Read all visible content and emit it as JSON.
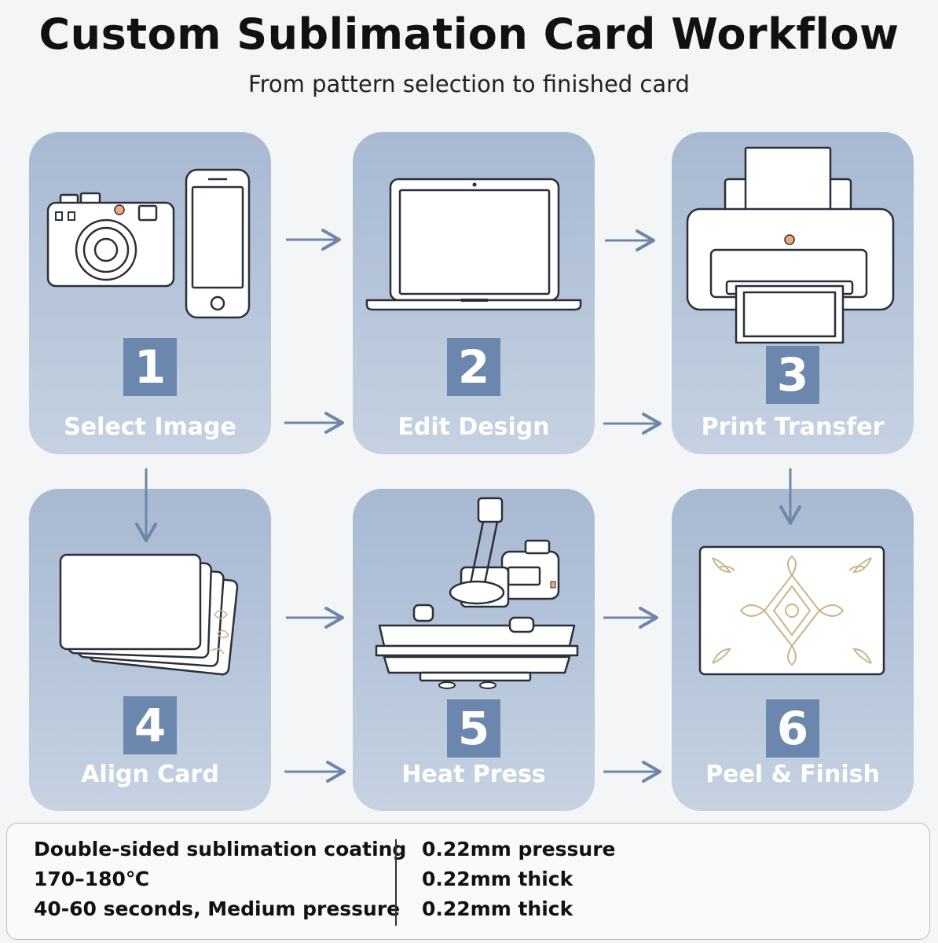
{
  "header": {
    "title": "Custom Sublimation Card Workflow",
    "subtitle": "From pattern selection to finished card"
  },
  "steps": [
    {
      "number": "1",
      "label": "Select Image",
      "icon": "camera-and-phone-icon"
    },
    {
      "number": "2",
      "label": "Edit Design",
      "icon": "laptop-icon"
    },
    {
      "number": "3",
      "label": "Print Transfer",
      "icon": "printer-icon"
    },
    {
      "number": "4",
      "label": "Align Card",
      "icon": "card-stack-icon"
    },
    {
      "number": "5",
      "label": "Heat Press",
      "icon": "heat-press-icon"
    },
    {
      "number": "6",
      "label": "Peel & Finish",
      "icon": "finished-card-icon"
    }
  ],
  "specs": {
    "left": [
      "Double-sided sublimation coating",
      "170–180℃",
      "40-60 seconds, Medium pressure"
    ],
    "right": [
      "0.22mm pressure",
      "0.22mm thick",
      "0.22mm thick"
    ]
  },
  "colors": {
    "card_bg": "#b3c3d8",
    "badge": "#6c87ad",
    "arrow": "#6f86a8",
    "accent_dot": "#f0a878",
    "ornament": "#c9b489"
  }
}
